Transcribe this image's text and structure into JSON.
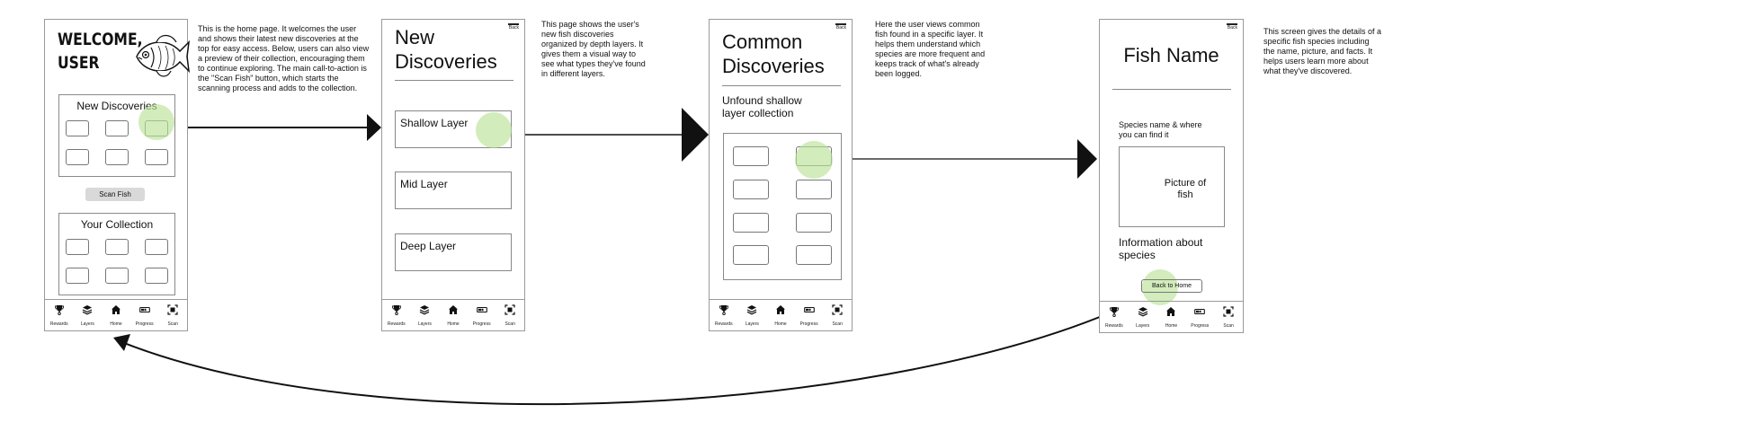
{
  "colors": {
    "highlight": "#bfe39a",
    "frame": "#9a9a9a",
    "text": "#111111",
    "scan_button": "#d9d9d9"
  },
  "nav": {
    "items": [
      {
        "label": "Rewards",
        "icon": "trophy-icon"
      },
      {
        "label": "Layers",
        "icon": "layers-icon"
      },
      {
        "label": "Home",
        "icon": "home-icon"
      },
      {
        "label": "Progress",
        "icon": "progress-icon"
      },
      {
        "label": "Scan",
        "icon": "scan-icon"
      }
    ]
  },
  "back_label": "Back",
  "screen1": {
    "title_line1": "WELCOME,",
    "title_line2": "USER",
    "new_discoveries": "New Discoveries",
    "scan_button": "Scan Fish",
    "your_collection": "Your Collection",
    "note": "This is the home page. It welcomes the user and shows their latest new discoveries at the top for easy access. Below, users can also view a preview of their collection, encouraging them to continue exploring. The main call-to-action is the \"Scan Fish\" button, which starts the scanning process and adds to the collection."
  },
  "screen2": {
    "title_line1": "New",
    "title_line2": "Discoveries",
    "layers": [
      "Shallow Layer",
      "Mid Layer",
      "Deep Layer"
    ],
    "note": "This page shows the user's new fish discoveries organized by depth layers. It gives them a visual way to see what types they've found in different layers."
  },
  "screen3": {
    "title_line1": "Common",
    "title_line2": "Discoveries",
    "subtitle_line1": "Unfound shallow",
    "subtitle_line2": "layer collection",
    "note": "Here the user views common fish found in a specific layer. It helps them understand which species are more frequent and keeps track of what's already been logged."
  },
  "screen4": {
    "title": "Fish Name",
    "species_line1": "Species name & where",
    "species_line2": "you can find it",
    "picture_line1": "Picture of",
    "picture_line2": "fish",
    "info_line1": "Information about",
    "info_line2": "species",
    "home_button": "Back to Home",
    "note": "This screen gives the details of a specific fish species including the name, picture, and facts. It helps users learn more about what they've discovered."
  }
}
